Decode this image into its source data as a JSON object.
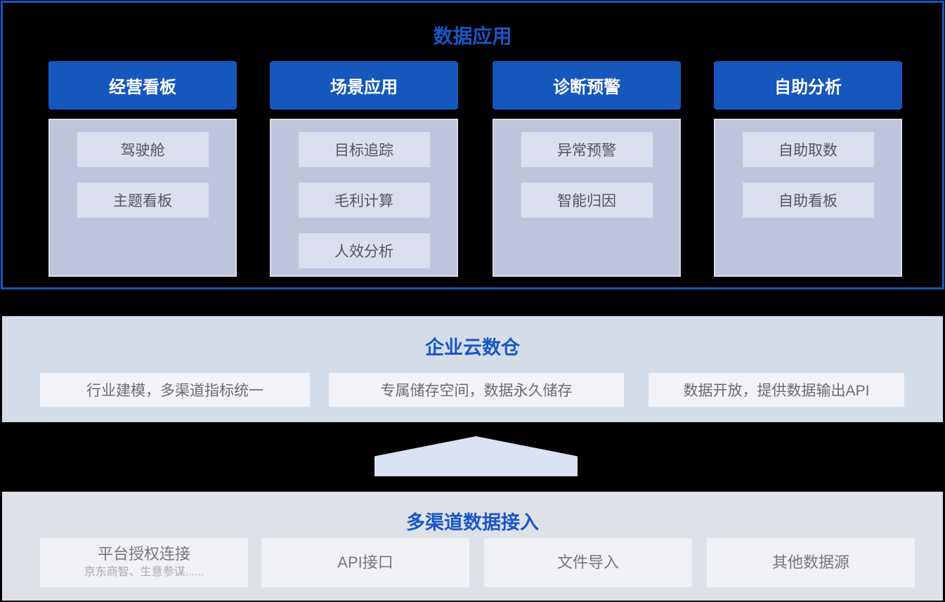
{
  "colors": {
    "accent_blue": "#1657BE",
    "title_blue": "#1A57C4",
    "panel_lavender": "#BFC4DD",
    "panel_item": "#DBDEEC",
    "warehouse_bg": "#D4DCE8",
    "ingestion_bg": "#DEE1E8",
    "box_white": "#F1F3F8",
    "arrow_fill": "#DBE2F4",
    "background": "#000000"
  },
  "data_app": {
    "title": "数据应用",
    "columns": [
      {
        "header": "经营看板",
        "items": [
          "驾驶舱",
          "主题看板"
        ]
      },
      {
        "header": "场景应用",
        "items": [
          "目标追踪",
          "毛利计算",
          "人效分析"
        ]
      },
      {
        "header": "诊断预警",
        "items": [
          "异常预警",
          "智能归因"
        ]
      },
      {
        "header": "自助分析",
        "items": [
          "自助取数",
          "自助看板"
        ]
      }
    ]
  },
  "warehouse": {
    "title": "企业云数仓",
    "features": [
      "行业建模，多渠道指标统一",
      "专属储存空间，数据永久储存",
      "数据开放，提供数据输出API"
    ]
  },
  "arrow": {
    "direction": "up"
  },
  "ingestion": {
    "title": "多渠道数据接入",
    "sources": [
      {
        "label": "平台授权连接",
        "sublabel": "京东商智、生意参谋......"
      },
      {
        "label": "API接口"
      },
      {
        "label": "文件导入"
      },
      {
        "label": "其他数据源"
      }
    ]
  }
}
